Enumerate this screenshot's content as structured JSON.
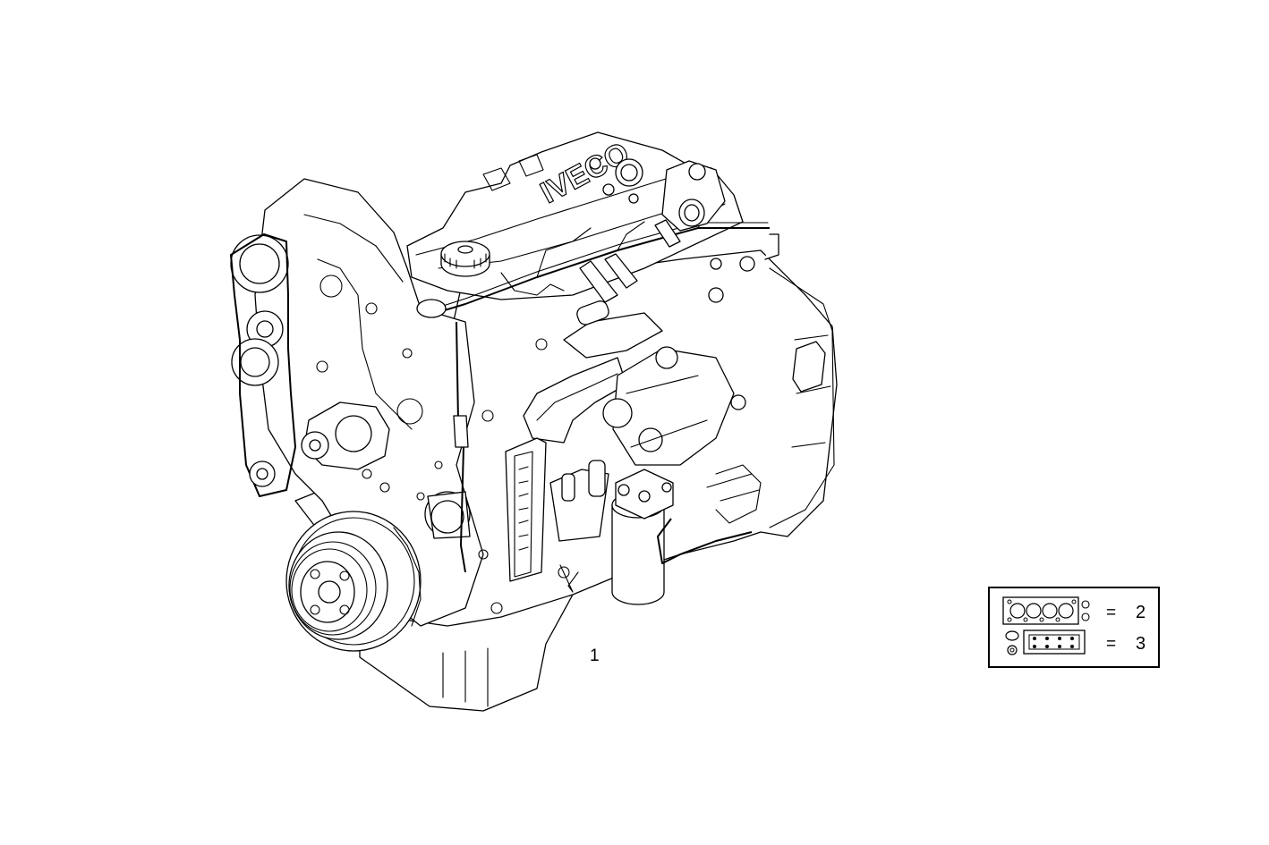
{
  "diagram": {
    "brand_text": "IVECO",
    "main_callout": "1"
  },
  "legend": {
    "rows": [
      {
        "symbol_icon": "head-gasket-kit-icon",
        "equals": "=",
        "ref": "2"
      },
      {
        "symbol_icon": "gasket-set-icon",
        "equals": "=",
        "ref": "3"
      }
    ]
  }
}
